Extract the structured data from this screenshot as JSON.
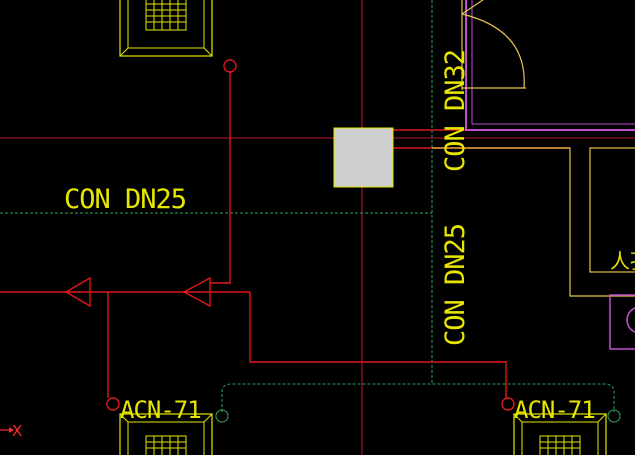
{
  "labels": {
    "con_dn25_horizontal": "CON DN25",
    "con_dn25_vertical": "CON DN25",
    "con_dn32_vertical": "CON DN32",
    "acn_left": "ACN-71",
    "acn_right": "ACN-71",
    "room_text": "人孔"
  },
  "ucs": {
    "axis_label": "X"
  },
  "colors": {
    "background": "#000000",
    "refrigerant_pipe": "#e01818",
    "condensate_pipe": "#2ea85a",
    "equipment": "#e6e600",
    "wall": "#c050d0",
    "room_outline": "#e6c24a",
    "junction_box": "#cfcfcf"
  }
}
